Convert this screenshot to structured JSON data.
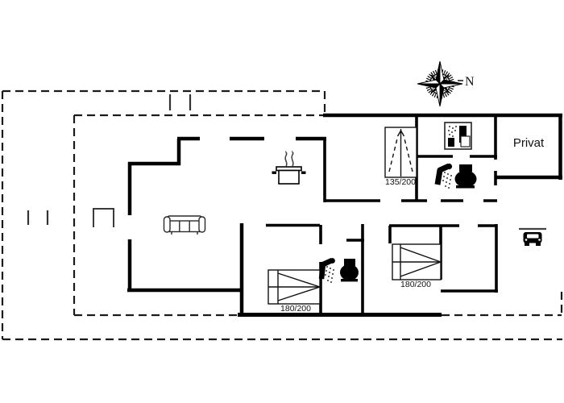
{
  "plan": {
    "type_label": "floor-plan",
    "north_label": "N",
    "private_room_label": "Privat",
    "beds": [
      {
        "name": "bed-135",
        "size_label": "135/200"
      },
      {
        "name": "bed-180-left",
        "size_label": "180/200"
      },
      {
        "name": "bed-180-middle",
        "size_label": "180/200"
      }
    ],
    "icons": [
      "compass-rose-icon",
      "stove-pot-icon",
      "sofa-icon",
      "double-bed-icon",
      "shower-icon",
      "toilet-icon",
      "washing-machine-icon",
      "car-icon",
      "garden-furniture-icon"
    ],
    "colors": {
      "walls": "#000000",
      "background": "#ffffff",
      "dashed_outline": "#1a1a1a",
      "furniture_gray": "#3a3a3a"
    }
  }
}
